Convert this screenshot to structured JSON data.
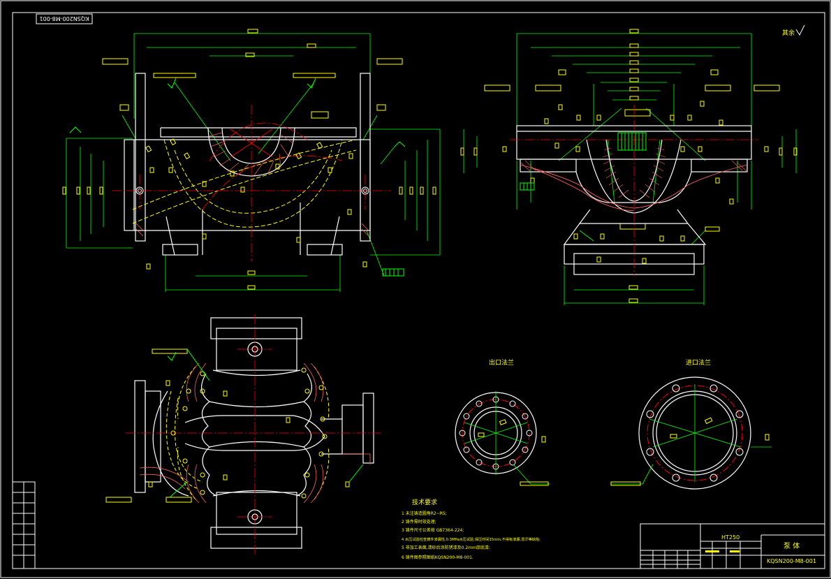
{
  "drawing_number_top": "KQSN200-M8-001",
  "roughness_note": "其余",
  "outlet_flange_label": "出口法兰",
  "inlet_flange_label": "进口法兰",
  "tech_requirements": {
    "title": "技术要求",
    "items": [
      "1  未注铸造圆角R2~R5;",
      "2  铸件需时效处理;",
      "3  铸件尺寸公差按 GB7364-224;",
      "4  水压试验检查铸件渗漏性,0.3MPa水压试验,保压时间15min,不得有渗漏,冒汗等缺陷;",
      "5  非加工表面,清砂后涂防锈漆及0.2mm厚底漆;",
      "6  铸件图参照图纸KQSN200-M8-001."
    ]
  },
  "title_block": {
    "material": "HT250",
    "part_name": "泵 体",
    "drawing_number": "KQSN200-M8-001"
  },
  "colors": {
    "background": "#000000",
    "frame": "#ffffff",
    "outline": "#ffffff",
    "dimension": "#00ff00",
    "centerline": "#ff0000",
    "hatch": "#ff6060",
    "annotation": "#ffff00"
  }
}
